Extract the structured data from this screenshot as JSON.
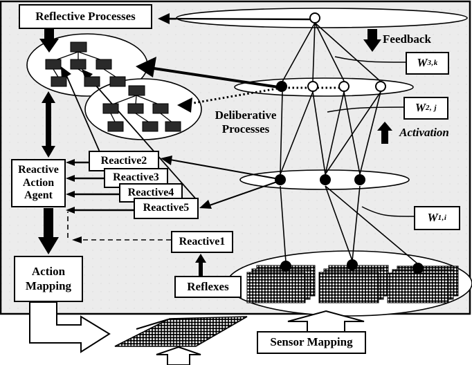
{
  "title": "Hybrid reflective-deliberative-reactive architecture over a neural network",
  "boxes": {
    "reflective": "Reflective Processes",
    "agent": "Reactive Action Agent",
    "action_mapping": "Action Mapping",
    "sensor_mapping": "Sensor Mapping",
    "reflexes": "Reflexes",
    "reactive1": "Reactive1",
    "reactive2": "Reactive2",
    "reactive3": "Reactive3",
    "reactive4": "Reactive4",
    "reactive5": "Reactive5"
  },
  "labels": {
    "feedback": "Feedback",
    "activation": "Activation",
    "deliberative": "Deliberative Processes"
  },
  "weights": {
    "w3": {
      "base": "W",
      "sub": "3,k"
    },
    "w2": {
      "base": "W",
      "sub": "2, j"
    },
    "w1": {
      "base": "W",
      "sub": "1,i"
    }
  },
  "network": {
    "output_layer": {
      "nodes": 1,
      "style": "open"
    },
    "hidden_layer_2": {
      "nodes": 4,
      "style": "1 filled + 3 open"
    },
    "hidden_layer_1": {
      "nodes": 3,
      "style": "filled"
    },
    "input_layer": {
      "stacks": 3,
      "style": "halftone sheet stacks with filled node on top"
    },
    "weight_labels": [
      "W3,k",
      "W2,j",
      "W1,i"
    ]
  },
  "trees": {
    "reflective_tree_boxes": 7,
    "deliberative_tree_boxes": 7
  },
  "colors": {
    "panel_bg": "#ececec",
    "panel_dot": "#dcdcdc",
    "ink": "#000000",
    "box_bg": "#ffffff",
    "tree_box": "#2a2a2a"
  }
}
